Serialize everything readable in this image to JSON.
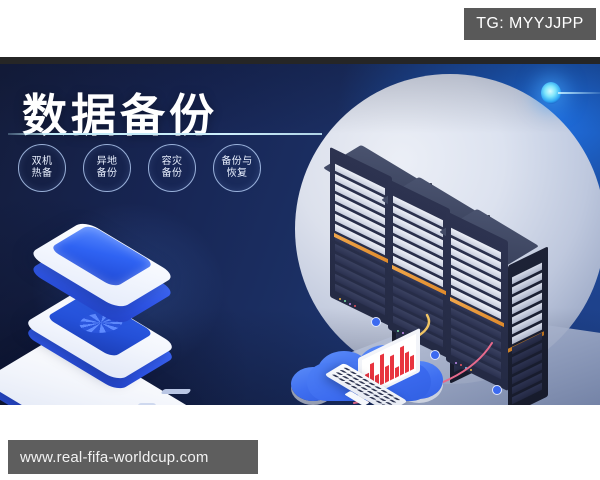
{
  "overlay": {
    "tg_badge": "TG: MYYJJPP",
    "site_badge": "www.real-fifa-worldcup.com"
  },
  "banner": {
    "headline": "数据备份",
    "tags": [
      {
        "line1": "双机",
        "line2": "热备"
      },
      {
        "line1": "异地",
        "line2": "备份"
      },
      {
        "line1": "容灾",
        "line2": "备份"
      },
      {
        "line1": "备份与",
        "line2": "恢复"
      }
    ],
    "colors": {
      "background_dark": "#141d3c",
      "background_blue": "#1e4490",
      "accent_cyan": "#cdeffb",
      "accent_blue": "#3f6bff",
      "server_orange": "#f0a64a",
      "chart_red": "#e8343f",
      "watermark_gray": "#5e5e5e"
    },
    "illustrations": {
      "left": "isometric-storage-stack",
      "right": "isometric-server-racks",
      "foreground": "cloud-laptop-chart"
    }
  }
}
